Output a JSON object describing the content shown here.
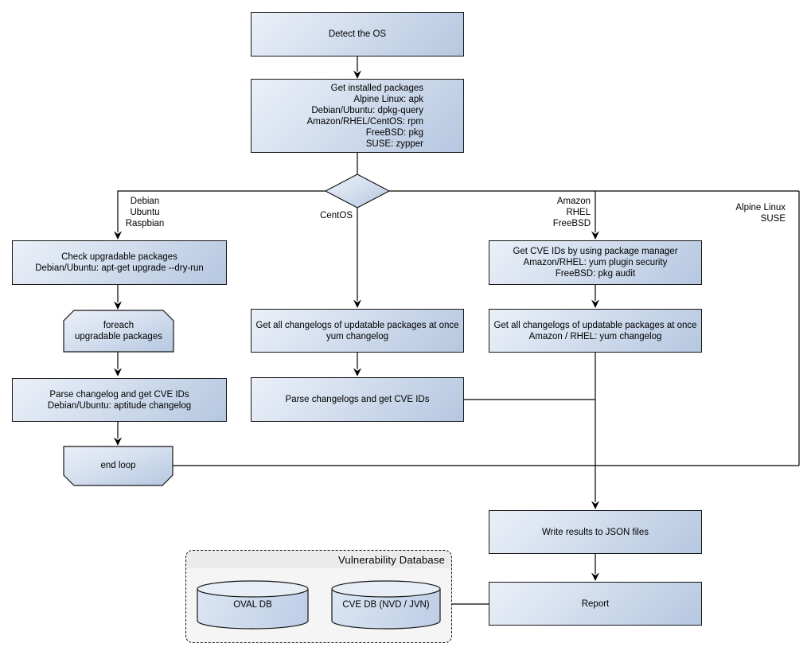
{
  "nodes": {
    "detect_os": "Detect the OS",
    "get_installed_packages": "Get installed packages\nAlpine Linux: apk\nDebian/Ubuntu: dpkg-query\nAmazon/RHEL/CentOS: rpm\nFreeBSD: pkg\nSUSE: zypper",
    "check_upgradable": "Check upgradable packages\nDebian/Ubuntu: apt-get upgrade --dry-run",
    "foreach_loop": "foreach\nupgradable  packages",
    "parse_changelog_debian": "Parse changelog and get  CVE IDs\nDebian/Ubuntu: aptitude changelog",
    "end_loop": "end loop",
    "get_changelogs_centos": "Get all changelogs of updatable packages at once\nyum changelog",
    "parse_changelogs_centos": "Parse changelogs and get CVE IDs",
    "get_cve_ids_package_manager": "Get CVE IDs by using package manager\nAmazon/RHEL: yum plugin security\nFreeBSD: pkg audit",
    "get_changelogs_amazon": "Get all changelogs of updatable packages at once\nAmazon / RHEL: yum changelog",
    "write_results": "Write results to JSON files",
    "report": "Report"
  },
  "branch_labels": {
    "debian": "Debian\nUbuntu\nRaspbian",
    "centos": "CentOS",
    "amazon": "Amazon\nRHEL\nFreeBSD",
    "alpine": "Alpine Linux\nSUSE"
  },
  "database": {
    "title": "Vulnerability Database",
    "oval_db": "OVAL DB",
    "cve_db": "CVE DB (NVD / JVN)"
  },
  "colors": {
    "node_gradient_start": "#ebf0f8",
    "node_gradient_end": "#b5c7e0",
    "node_border": "#161616",
    "connector": "#000000",
    "db_container_fill": "#f5f5f5",
    "db_header_fill": "#ebebeb",
    "cylinder_top_fill": "#e8eef6"
  }
}
